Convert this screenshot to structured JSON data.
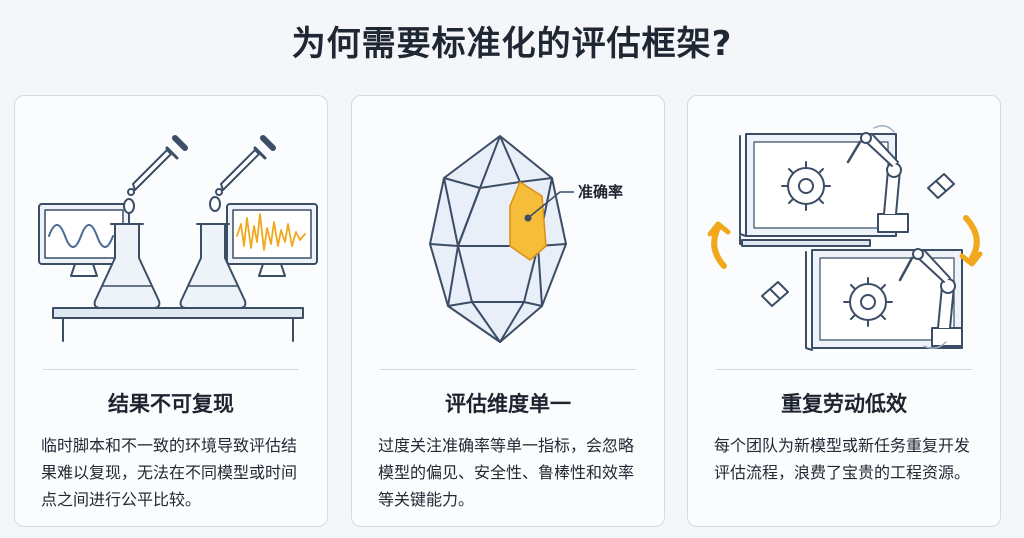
{
  "page": {
    "title": "为何需要标准化的评估框架?"
  },
  "cards": [
    {
      "title": "结果不可复现",
      "description": "临时脚本和不一致的环境导致评估结果难以复现，无法在不同模型或时间点之间进行公平比较。",
      "illustration": "lab-beakers-monitors"
    },
    {
      "title": "评估维度单一",
      "description": "过度关注准确率等单一指标，会忽略模型的偏见、安全性、鲁棒性和效率等关键能力。",
      "illustration": "gem-facet",
      "callout": "准确率"
    },
    {
      "title": "重复劳动低效",
      "description": "每个团队为新模型或新任务重复开发评估流程，浪费了宝贵的工程资源。",
      "illustration": "robot-arms-cycle"
    }
  ],
  "colors": {
    "accent": "#f2a81d",
    "line": "#3c4d66",
    "fill_light": "#e3ecf6",
    "background": "#f4f6f9"
  }
}
